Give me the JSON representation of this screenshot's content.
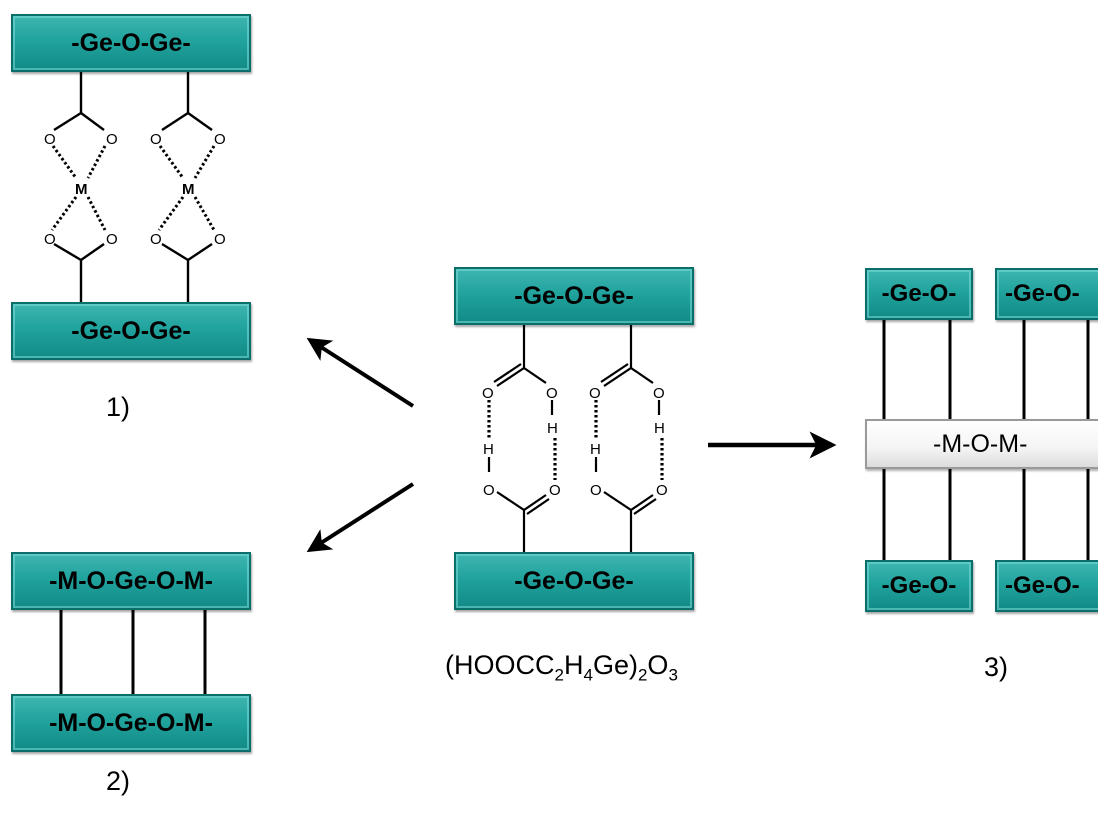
{
  "bars": {
    "ge_o_ge": "-Ge-O-Ge-",
    "m_o_ge_o_m": "-M-O-Ge-O-M-",
    "ge_o": "-Ge-O-",
    "m_o_m": "-M-O-M-"
  },
  "atoms": {
    "oxygen": "O",
    "hydrogen": "H",
    "metal": "M"
  },
  "captions": {
    "one": "1)",
    "two": "2)",
    "three": "3)"
  },
  "formula": {
    "part1": "(HOOCC",
    "sub1": "2",
    "part2": "H",
    "sub2": "4",
    "part3": "Ge)",
    "sub3": "2",
    "part4": "O",
    "sub4": "3"
  }
}
